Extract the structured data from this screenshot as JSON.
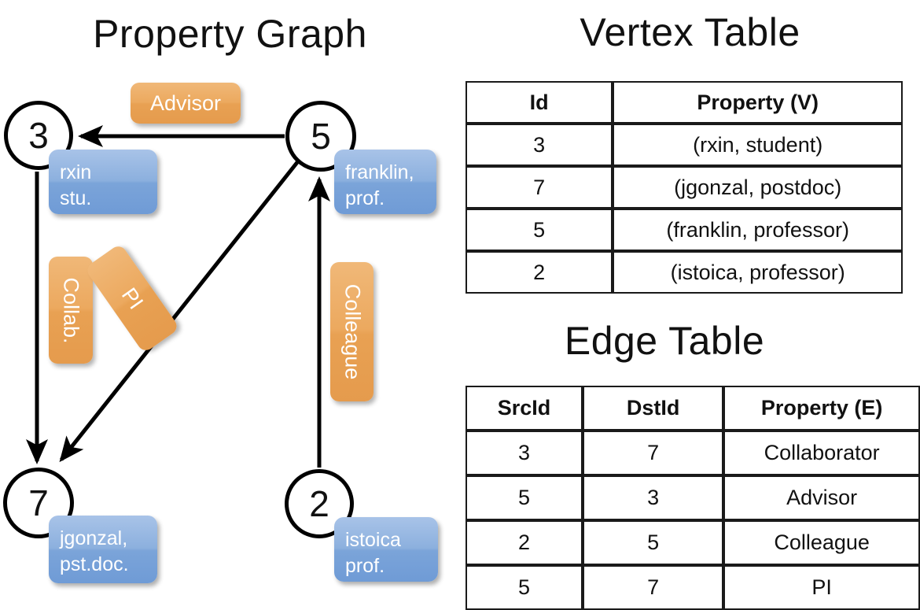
{
  "titles": {
    "property_graph": "Property Graph",
    "vertex_table": "Vertex Table",
    "edge_table": "Edge Table"
  },
  "graph": {
    "vertices": [
      {
        "id": "3",
        "property_label": "rxin\nstu."
      },
      {
        "id": "5",
        "property_label": "franklin,\nprof."
      },
      {
        "id": "7",
        "property_label": "jgonzal,\npst.doc."
      },
      {
        "id": "2",
        "property_label": "istoica\nprof."
      }
    ],
    "vertex_labels": {
      "rxin_line1": "rxin",
      "rxin_line2": "stu.",
      "franklin_line1": "franklin,",
      "franklin_line2": "prof.",
      "jgonzal_line1": "jgonzal,",
      "jgonzal_line2": "pst.doc.",
      "istoica_line1": "istoica",
      "istoica_line2": "prof."
    },
    "edge_labels": {
      "advisor": "Advisor",
      "collab": "Collab.",
      "pi": "PI",
      "colleague": "Colleague"
    },
    "edges": [
      {
        "from": "5",
        "to": "3",
        "label": "Advisor"
      },
      {
        "from": "3",
        "to": "7",
        "label": "Collab."
      },
      {
        "from": "5",
        "to": "7",
        "label": "PI"
      },
      {
        "from": "2",
        "to": "5",
        "label": "Colleague"
      }
    ]
  },
  "vertex_table": {
    "headers": [
      "Id",
      "Property (V)"
    ],
    "rows": [
      {
        "id": "3",
        "property": "(rxin, student)"
      },
      {
        "id": "7",
        "property": "(jgonzal, postdoc)"
      },
      {
        "id": "5",
        "property": "(franklin, professor)"
      },
      {
        "id": "2",
        "property": "(istoica, professor)"
      }
    ]
  },
  "edge_table": {
    "headers": [
      "SrcId",
      "DstId",
      "Property (E)"
    ],
    "rows": [
      {
        "src": "3",
        "dst": "7",
        "property": "Collaborator"
      },
      {
        "src": "5",
        "dst": "3",
        "property": "Advisor"
      },
      {
        "src": "2",
        "dst": "5",
        "property": "Colleague"
      },
      {
        "src": "5",
        "dst": "7",
        "property": "PI"
      }
    ]
  },
  "colors": {
    "vertex_property_fill": "#d3dff2",
    "edge_property_fill": "#f7dfc6",
    "vertex_box": "#7ba4d9",
    "edge_box": "#e8a153",
    "stroke": "#000000"
  }
}
